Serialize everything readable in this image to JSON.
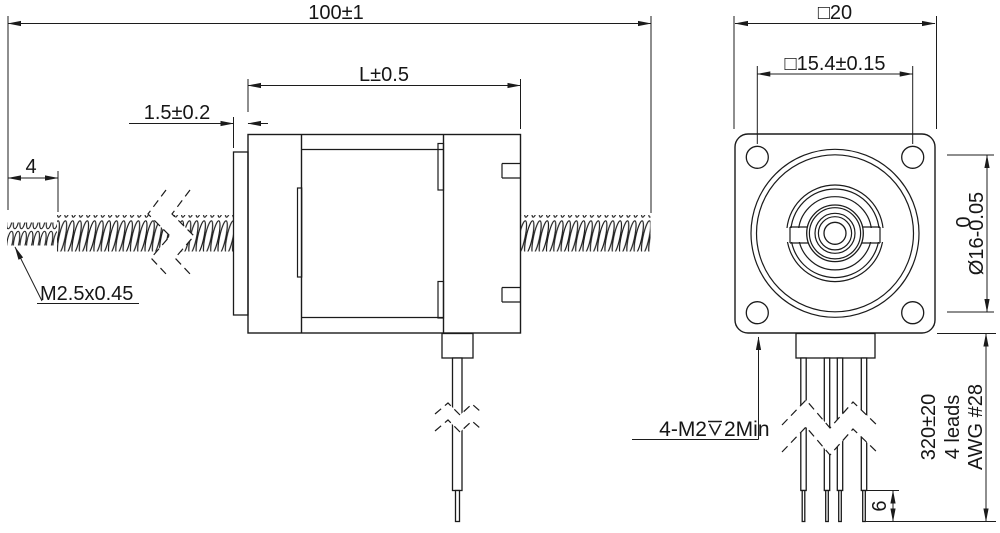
{
  "colors": {
    "line": "#1b1b1b",
    "background": "#ffffff"
  },
  "side_view": {
    "overall_length_dim": "100±1",
    "motor_length_dim": "L±0.5",
    "flange_offset_dim": "1.5±0.2",
    "tip_length_dim": "4",
    "tip_thread_callout": "M2.5x0.45"
  },
  "front_view": {
    "flange_width_dim": "□20",
    "mount_hole_spacing_dim": "□15.4±0.15",
    "pilot_dia_tolerance_upper": "0",
    "pilot_dia_dim": "Ø16-0.05",
    "tap_callout_prefix": "4-M2",
    "tap_callout_depth_symbol": "↧",
    "tap_callout_suffix": "2Min",
    "lead_length_dim": "320±20",
    "lead_count_label": "4 leads",
    "wire_gauge_label": "AWG #28",
    "strip_length_dim": "6"
  }
}
